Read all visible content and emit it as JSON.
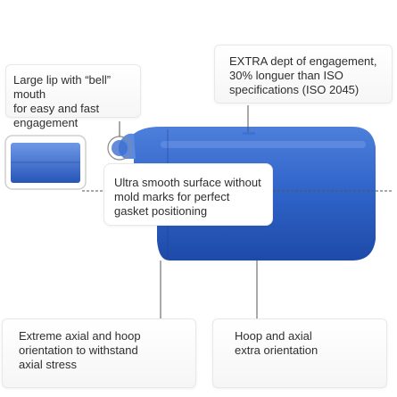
{
  "callouts": {
    "lip": [
      "Large lip with “bell” mouth",
      "for easy and fast",
      "engagement"
    ],
    "depth": [
      "EXTRA dept of engagement,",
      "30% longuer than ISO",
      "specifications (ISO 2045)"
    ],
    "surface": [
      "Ultra smooth surface without",
      "mold marks for perfect",
      "gasket positioning"
    ],
    "axial": [
      "Extreme axial and hoop",
      "orientation to withstand",
      "axial stress"
    ],
    "hoop": [
      "Hoop and axial",
      "extra orientation"
    ]
  },
  "colors": {
    "pipe_blue": "#2f63c8",
    "pipe_dark": "#1f47a3",
    "pipe_light": "#5b8ae0",
    "accent": "#3a73d6"
  }
}
